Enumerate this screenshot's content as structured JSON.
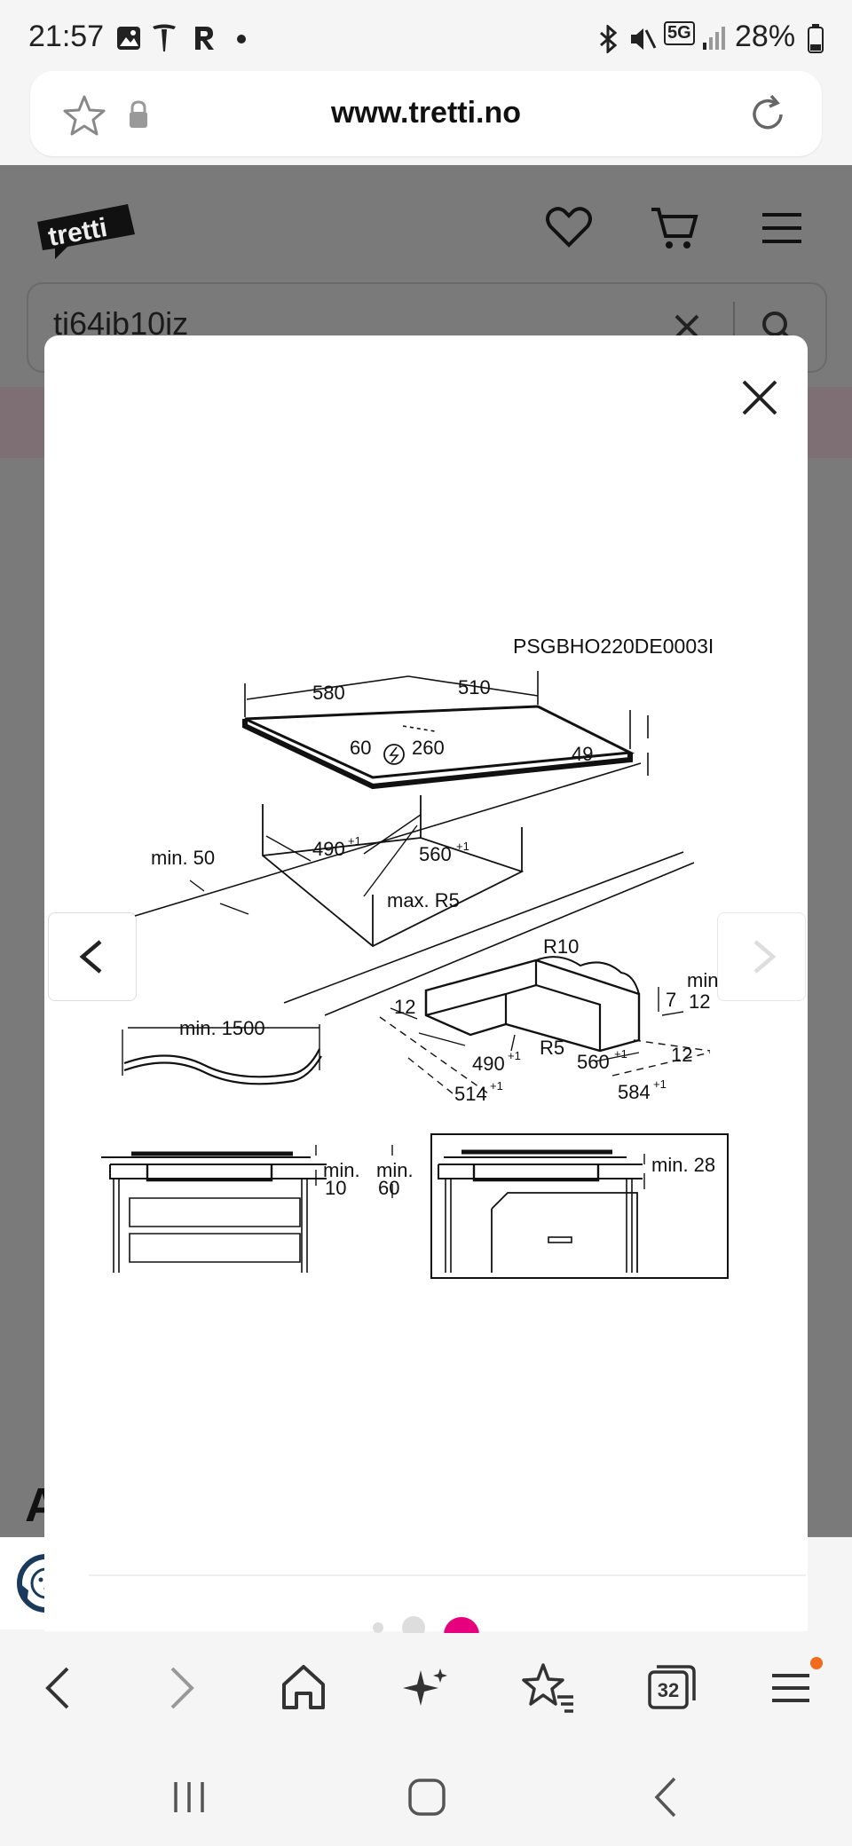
{
  "status": {
    "time": "21:57",
    "battery": "28%",
    "network_badge": "5G",
    "icons": [
      "image-icon",
      "tesla-icon",
      "r-icon",
      "dot-icon",
      "bluetooth-icon",
      "mute-icon",
      "signal-icon",
      "battery-icon"
    ]
  },
  "browser": {
    "url": "www.tretti.no",
    "tabs_count": "32",
    "toolbar": [
      "back-icon",
      "forward-icon",
      "home-icon",
      "sparkle-icon",
      "bookmarks-icon",
      "tabs-icon",
      "menu-icon"
    ]
  },
  "site": {
    "logo_text": "tretti",
    "search_value": "ti64ib10iz",
    "page_letter": "A"
  },
  "diagram": {
    "code": "PSGBHO220DE0003I",
    "labels": {
      "w580": "580",
      "d510": "510",
      "v60": "60",
      "v260": "260",
      "h49": "49",
      "min50": "min. 50",
      "cut490": "490",
      "cut560": "560",
      "sup1": "+1",
      "maxr5": "max. R5",
      "min1500": "min. 1500",
      "r10": "R10",
      "r5": "R5",
      "v12a": "12",
      "v7": "7",
      "min": "min",
      "v12b": "12",
      "b490": "490",
      "b560": "560",
      "v12c": "12",
      "b514": "514",
      "b584": "584",
      "min_l": "min.",
      "min10": "10",
      "min_r": "min.",
      "min60": "60",
      "min28": "min. 28"
    }
  },
  "colors": {
    "accent_dot": "#e6007e",
    "dim": "#7a7a7a",
    "notification": "#f26a1b"
  }
}
